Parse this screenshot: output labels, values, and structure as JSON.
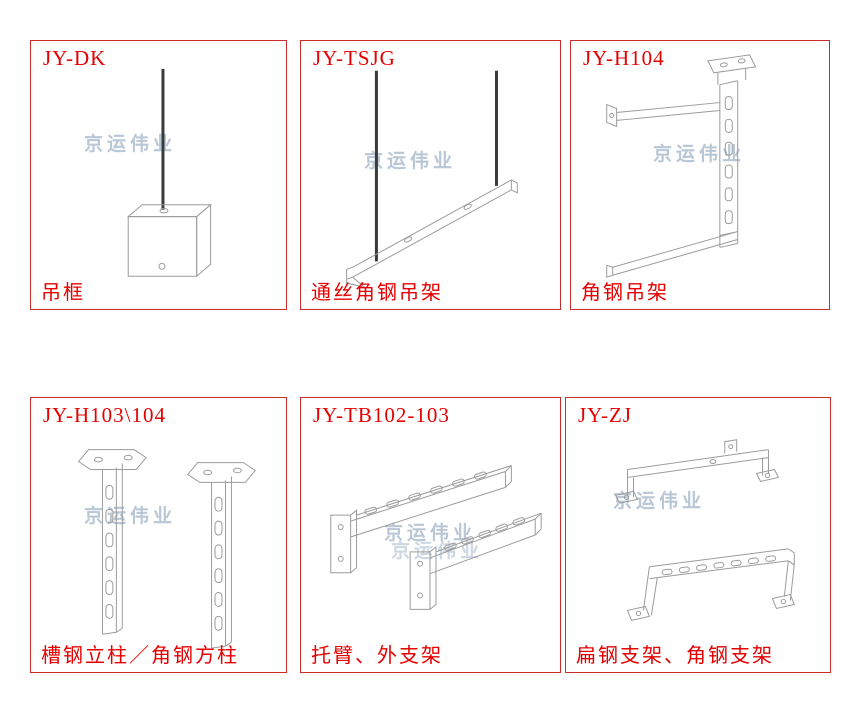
{
  "page": {
    "background": "#ffffff"
  },
  "watermark": {
    "text": "京运伟业",
    "color": "#7d98b2"
  },
  "colors": {
    "frame_red": "#cc2b2b",
    "label_red": "#e60000",
    "line_gray": "#9b9b9b",
    "rod_dark": "#3a3a3a"
  },
  "cells": [
    {
      "code": "JY-DK",
      "name": "吊框",
      "drawing": "hanging-frame-drawing"
    },
    {
      "code": "JY-TSJG",
      "name": "通丝角钢吊架",
      "drawing": "threaded-rod-angle-hanger-drawing"
    },
    {
      "code": "JY-H104",
      "name": "角钢吊架",
      "drawing": "angle-steel-hanger-drawing"
    },
    {
      "code": "JY-H103\\104",
      "name": "槽钢立柱／角钢方柱",
      "drawing": "channel-posts-drawing"
    },
    {
      "code": "JY-TB102-103",
      "name": "托臂、外支架",
      "drawing": "cantilever-arms-drawing"
    },
    {
      "code": "JY-ZJ",
      "name": "扁钢支架、角钢支架",
      "drawing": "flat-steel-brackets-drawing"
    }
  ]
}
